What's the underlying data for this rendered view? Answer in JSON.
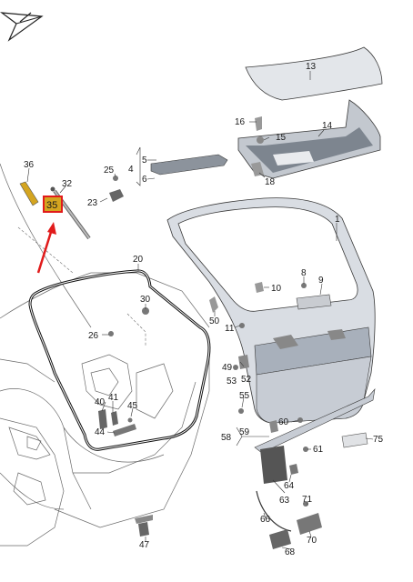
{
  "callouts": [
    {
      "id": "13",
      "text": "13"
    },
    {
      "id": "14",
      "text": "14"
    },
    {
      "id": "16",
      "text": "16"
    },
    {
      "id": "15",
      "text": "15"
    },
    {
      "id": "5",
      "text": "5"
    },
    {
      "id": "4",
      "text": "4"
    },
    {
      "id": "6",
      "text": "6"
    },
    {
      "id": "25",
      "text": "25"
    },
    {
      "id": "18",
      "text": "18"
    },
    {
      "id": "36",
      "text": "36"
    },
    {
      "id": "32",
      "text": "32"
    },
    {
      "id": "23",
      "text": "23"
    },
    {
      "id": "1",
      "text": "1"
    },
    {
      "id": "20",
      "text": "20"
    },
    {
      "id": "8",
      "text": "8"
    },
    {
      "id": "9",
      "text": "9"
    },
    {
      "id": "10",
      "text": "10"
    },
    {
      "id": "30",
      "text": "30"
    },
    {
      "id": "50",
      "text": "50"
    },
    {
      "id": "11",
      "text": "11"
    },
    {
      "id": "26",
      "text": "26"
    },
    {
      "id": "49",
      "text": "49"
    },
    {
      "id": "52",
      "text": "52"
    },
    {
      "id": "53",
      "text": "53"
    },
    {
      "id": "55",
      "text": "55"
    },
    {
      "id": "41",
      "text": "41"
    },
    {
      "id": "40",
      "text": "40"
    },
    {
      "id": "45",
      "text": "45"
    },
    {
      "id": "60",
      "text": "60"
    },
    {
      "id": "59",
      "text": "59"
    },
    {
      "id": "58",
      "text": "58"
    },
    {
      "id": "44",
      "text": "44"
    },
    {
      "id": "75",
      "text": "75"
    },
    {
      "id": "61",
      "text": "61"
    },
    {
      "id": "64",
      "text": "64"
    },
    {
      "id": "63",
      "text": "63"
    },
    {
      "id": "71",
      "text": "71"
    },
    {
      "id": "66",
      "text": "66"
    },
    {
      "id": "70",
      "text": "70"
    },
    {
      "id": "47",
      "text": "47"
    },
    {
      "id": "68",
      "text": "68"
    }
  ],
  "highlight": {
    "text": "35",
    "fill": "#d4a520",
    "border": "#e11b1b"
  },
  "arrow_color": "#e11b1b"
}
